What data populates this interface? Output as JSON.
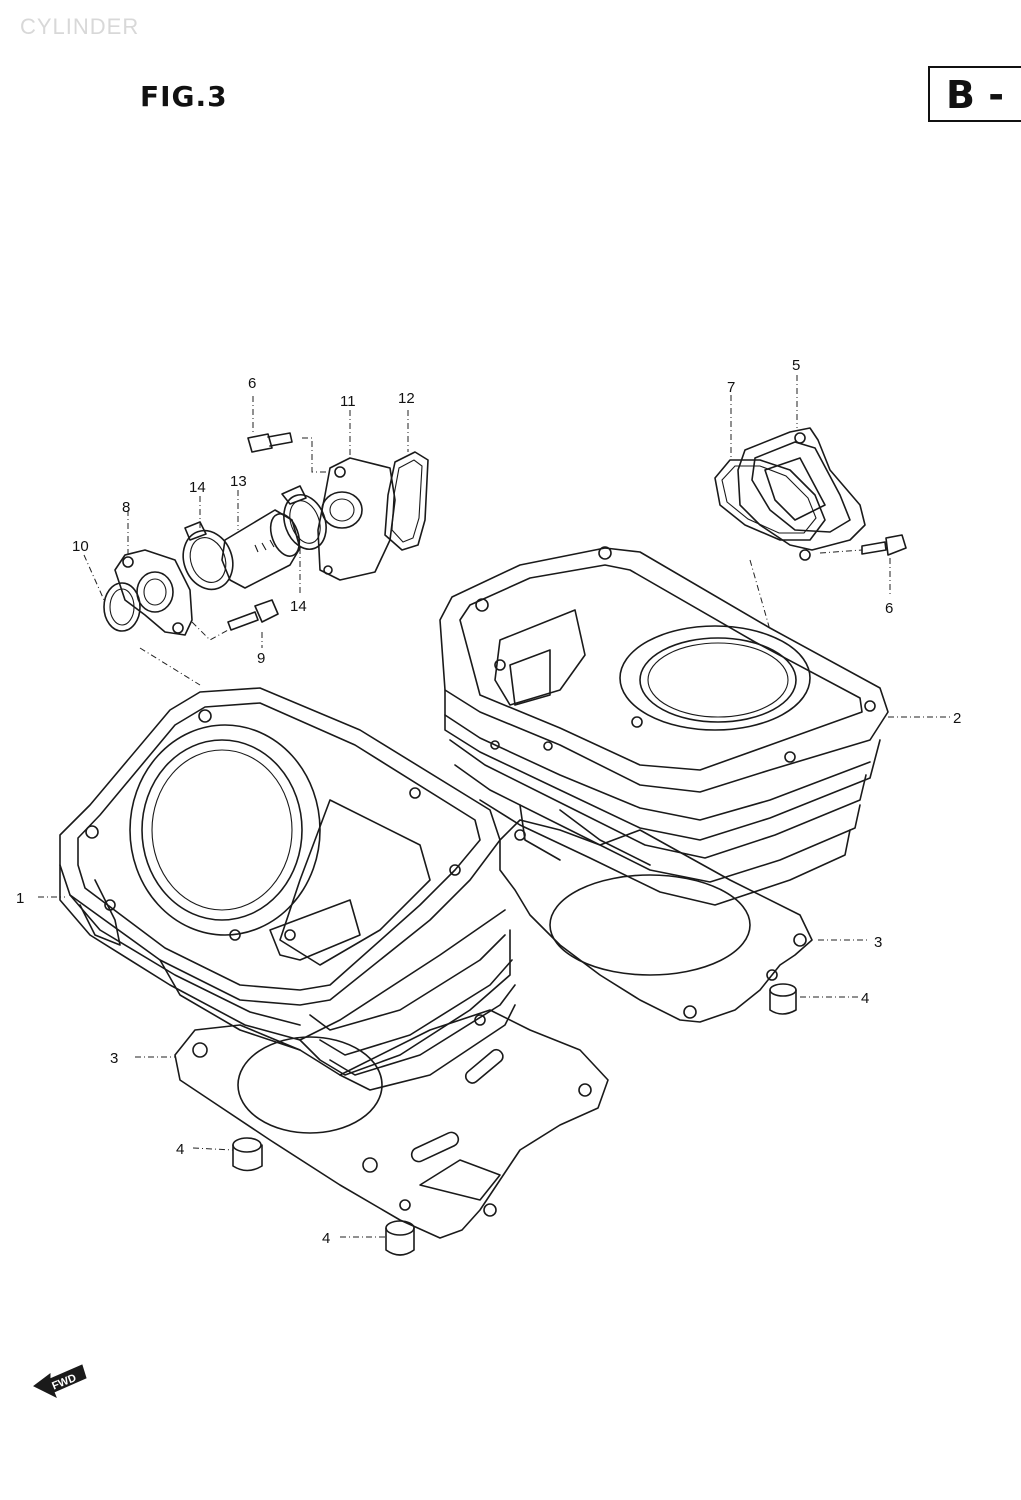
{
  "header": {
    "watermark": "CYLINDER",
    "figure_title": "FIG.3",
    "section_tab": "B -"
  },
  "callouts": {
    "c1": "1",
    "c2": "2",
    "c3a": "3",
    "c3b": "3",
    "c4a": "4",
    "c4b": "4",
    "c4c": "4",
    "c5": "5",
    "c6a": "6",
    "c6b": "6",
    "c7": "7",
    "c8": "8",
    "c9": "9",
    "c10": "10",
    "c11": "11",
    "c12": "12",
    "c13": "13",
    "c14a": "14",
    "c14b": "14"
  },
  "forward_marker": "FWD"
}
